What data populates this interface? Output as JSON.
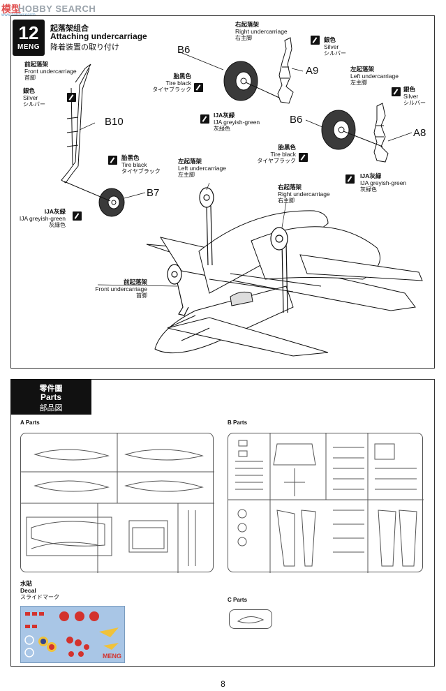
{
  "watermark": {
    "cn": "模型",
    "text": "HOBBY SEARCH",
    "sub": "www.hobbysearch"
  },
  "step": {
    "number": "12",
    "brand": "MENG",
    "title_cn": "起落架组合",
    "title_en": "Attaching undercarriage",
    "title_jp": "降着装置の取り付け"
  },
  "callouts": {
    "front_uc_top": {
      "cn": "前起落架",
      "en": "Front undercarriage",
      "jp": "首脚"
    },
    "silver_front": {
      "cn": "銀色",
      "en": "Silver",
      "jp": "シルバー"
    },
    "b10": "B10",
    "tire_black_front": {
      "cn": "胎黑色",
      "en": "Tire black",
      "jp": "タイヤブラック"
    },
    "b7": "B7",
    "ija_front": {
      "cn": "IJA灰緑",
      "en": "IJA greyish-green",
      "jp": "灰緑色"
    },
    "b6_top": "B6",
    "tire_black_right": {
      "cn": "胎黑色",
      "en": "Tire black",
      "jp": "タイヤブラック"
    },
    "ija_right": {
      "cn": "IJA灰緑",
      "en": "IJA greyish-green",
      "jp": "灰緑色"
    },
    "right_uc": {
      "cn": "右起落架",
      "en": "Right undercarriage",
      "jp": "右主脚"
    },
    "silver_right": {
      "cn": "銀色",
      "en": "Silver",
      "jp": "シルバー"
    },
    "a9": "A9",
    "left_uc": {
      "cn": "左起落架",
      "en": "Left undercarriage",
      "jp": "左主脚"
    },
    "silver_left": {
      "cn": "銀色",
      "en": "Silver",
      "jp": "シルバー"
    },
    "a8": "A8",
    "b6_mid": "B6",
    "tire_black_left": {
      "cn": "胎黑色",
      "en": "Tire black",
      "jp": "タイヤブラック"
    },
    "ija_left": {
      "cn": "IJA灰緑",
      "en": "IJA greyish-green",
      "jp": "灰緑色"
    },
    "left_uc_plane": {
      "cn": "左起落架",
      "en": "Left undercarriage",
      "jp": "左主脚"
    },
    "right_uc_plane": {
      "cn": "右起落架",
      "en": "Right undercarriage",
      "jp": "右主脚"
    },
    "front_uc_plane": {
      "cn": "前起落架",
      "en": "Front undercarriage",
      "jp": "首脚"
    }
  },
  "parts": {
    "header_cn": "零件圖",
    "header_en": "Parts",
    "header_jp": "部品図",
    "a_parts": "A Parts",
    "b_parts": "B Parts",
    "c_parts": "C Parts",
    "decal_cn": "水貼",
    "decal_en": "Decal",
    "decal_jp": "スライドマーク",
    "decal_brand": "MENG"
  },
  "page_number": "8",
  "colors": {
    "ink": "#111111",
    "roundel_red": "#d3322d",
    "decal_blue": "#a9c6e6",
    "wheel_dark": "#3a3a3a",
    "yellow": "#f0c23a"
  }
}
